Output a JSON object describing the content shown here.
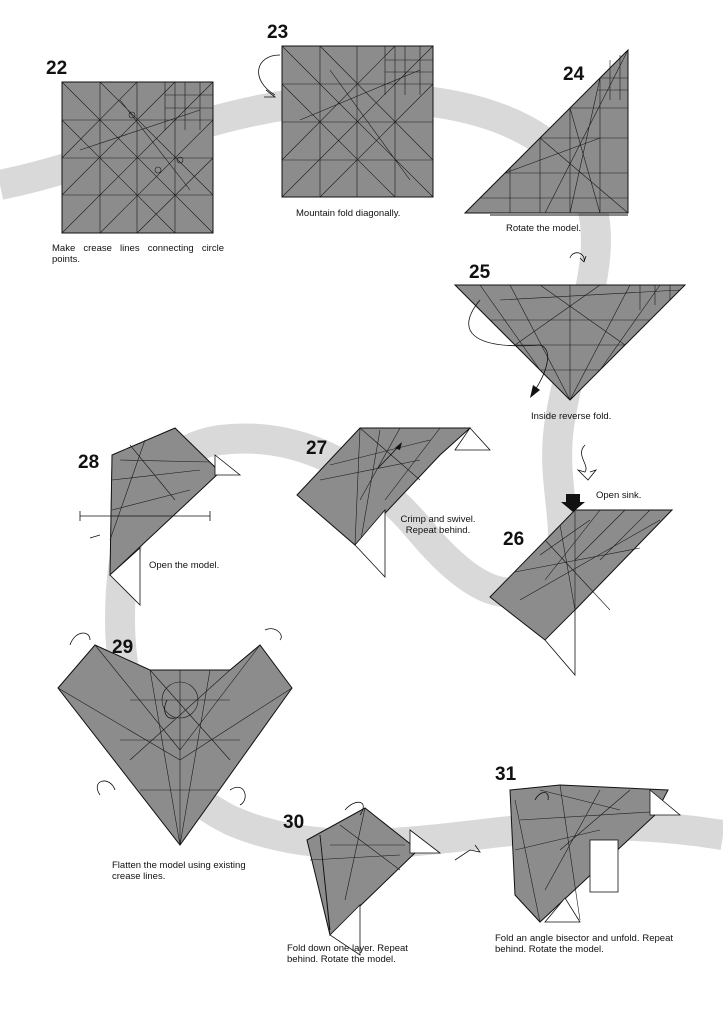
{
  "steps": [
    {
      "number": "22",
      "caption": "Make crease lines connecting circle points."
    },
    {
      "number": "23",
      "caption": "Mountain fold diagonally."
    },
    {
      "number": "24",
      "caption": "Rotate the model."
    },
    {
      "number": "25",
      "caption": "Inside reverse fold."
    },
    {
      "number": "26",
      "caption": "Open sink."
    },
    {
      "number": "27",
      "caption": "Crimp and swivel. Repeat behind."
    },
    {
      "number": "28",
      "caption": "Open the model."
    },
    {
      "number": "29",
      "caption": "Flatten the model using existing crease lines."
    },
    {
      "number": "30",
      "caption": "Fold down one layer. Repeat behind. Rotate the model."
    },
    {
      "number": "31",
      "caption": "Fold an angle bisector and unfold. Repeat behind. Rotate the model."
    }
  ],
  "colors": {
    "paper": "#8c8c8c",
    "path_band": "#d9d9d9",
    "line": "#1a1a1a"
  }
}
